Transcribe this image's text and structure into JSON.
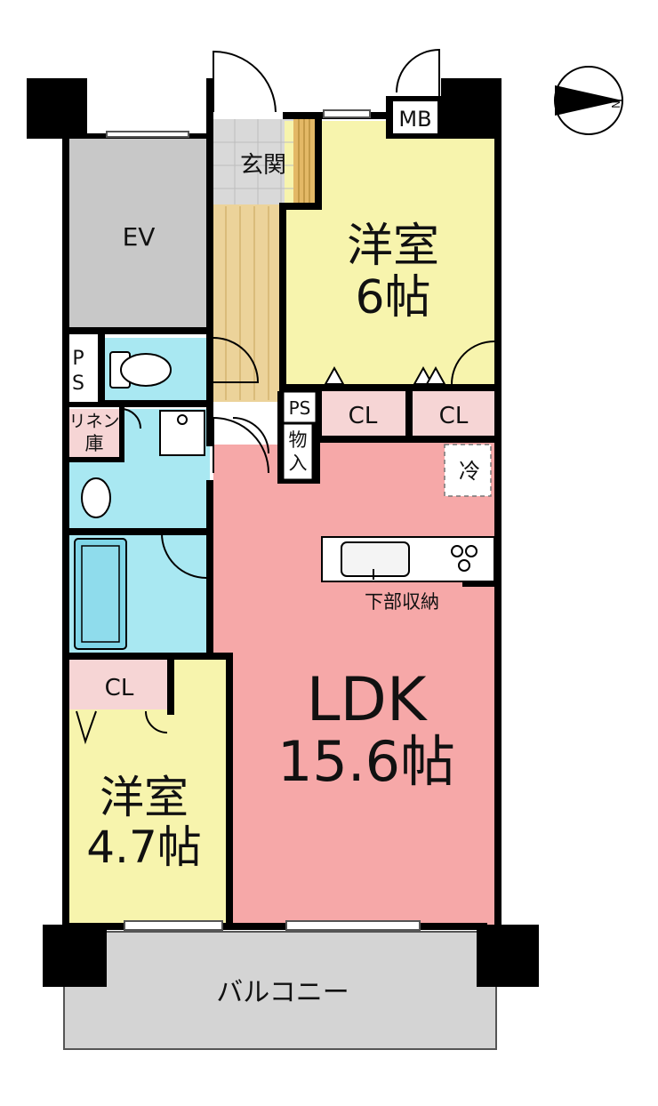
{
  "colors": {
    "wall": "#000000",
    "ev": "#c8c8c8",
    "entrance": "#d9d9d9",
    "hall": "#ecd39a",
    "wetroom": "#a9e8f2",
    "bath": "#7fd6e8",
    "bedroom": "#f7f4ad",
    "closet": "#f6d5d5",
    "ldk": "#f6a8a8",
    "balcony": "#d4d4d4",
    "compass_dark": "#000000"
  },
  "labels": {
    "entrance": "玄関",
    "ev": "EV",
    "mb": "MB",
    "bedroom1_name": "洋室",
    "bedroom1_size": "6帖",
    "ps_left_1": "P",
    "ps_left_2": "S",
    "ps_center": "PS",
    "linen_1": "リネン",
    "linen_2": "庫",
    "storage_1": "物",
    "storage_2": "入",
    "cl_1": "CL",
    "cl_2": "CL",
    "fridge": "冷",
    "under_storage": "下部収納",
    "ldk_name": "LDK",
    "ldk_size": "15.6帖",
    "cl_3": "CL",
    "bedroom2_name": "洋室",
    "bedroom2_size": "4.7帖",
    "balcony": "バルコニー",
    "compass_n": "N"
  }
}
